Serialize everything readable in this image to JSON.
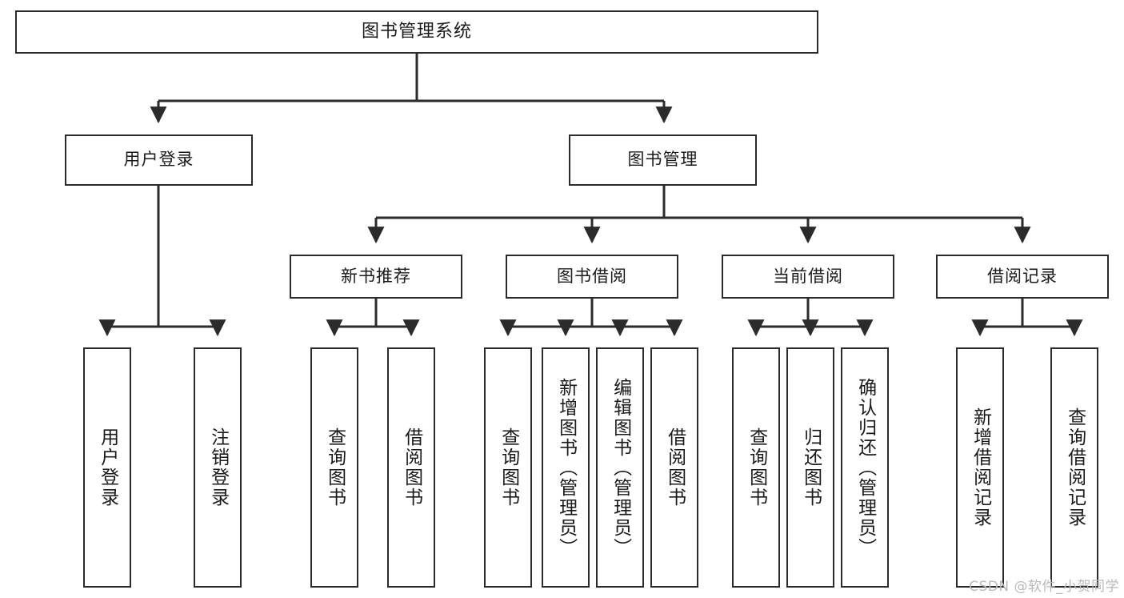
{
  "diagram": {
    "title": "图书管理系统",
    "type": "functional-structure-tree",
    "root": {
      "id": "root",
      "label": "图书管理系统"
    },
    "level2": [
      {
        "id": "user-login",
        "label": "用户登录"
      },
      {
        "id": "book-manage",
        "label": "图书管理"
      }
    ],
    "level3": [
      {
        "id": "new-book-rec",
        "label": "新书推荐"
      },
      {
        "id": "book-borrow",
        "label": "图书借阅"
      },
      {
        "id": "current-borrow",
        "label": "当前借阅"
      },
      {
        "id": "borrow-record",
        "label": "借阅记录"
      }
    ],
    "leaves": {
      "user_login": [
        {
          "id": "leaf-user-login",
          "label": "用户登录"
        },
        {
          "id": "leaf-logout",
          "label": "注销登录"
        }
      ],
      "new_book_rec": [
        {
          "id": "leaf-query-book-1",
          "label": "查询图书"
        },
        {
          "id": "leaf-borrow-book-1",
          "label": "借阅图书"
        }
      ],
      "book_borrow": [
        {
          "id": "leaf-query-book-2",
          "label": "查询图书"
        },
        {
          "id": "leaf-add-book",
          "label": "新增图书（管理员）"
        },
        {
          "id": "leaf-edit-book",
          "label": "编辑图书（管理员）"
        },
        {
          "id": "leaf-borrow-book-2",
          "label": "借阅图书"
        }
      ],
      "current_borrow": [
        {
          "id": "leaf-query-book-3",
          "label": "查询图书"
        },
        {
          "id": "leaf-return-book",
          "label": "归还图书"
        },
        {
          "id": "leaf-confirm-return",
          "label": "确认归还（管理员）"
        }
      ],
      "borrow_record": [
        {
          "id": "leaf-add-record",
          "label": "新增借阅记录"
        },
        {
          "id": "leaf-query-record",
          "label": "查询借阅记录"
        }
      ]
    }
  },
  "watermark": {
    "text": "CSDN @软件_小贺同学"
  },
  "colors": {
    "box_border": "#2b2b2b",
    "box_fill": "#ffffff",
    "line": "#2b2b2b",
    "text": "#1a1a1a",
    "watermark": "#b9b9b9",
    "background": "#ffffff"
  }
}
